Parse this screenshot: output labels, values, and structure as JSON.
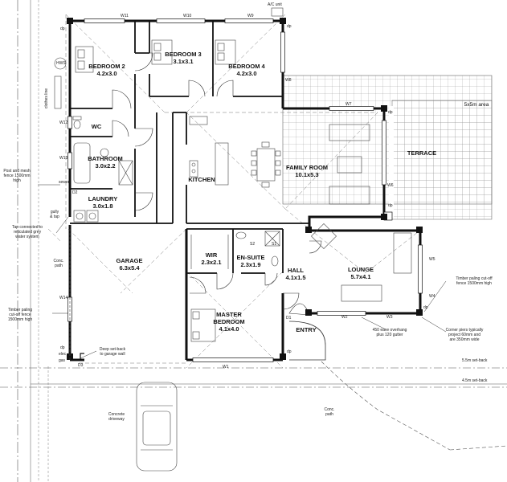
{
  "rooms": {
    "bedroom2": {
      "name": "BEDROOM 2",
      "size": "4.2x3.0"
    },
    "bedroom3": {
      "name": "BEDROOM 3",
      "size": "3.1x3.1"
    },
    "bedroom4": {
      "name": "BEDROOM 4",
      "size": "4.2x3.0"
    },
    "wc": {
      "name": "WC"
    },
    "bathroom": {
      "name": "BATHROOM",
      "size": "3.0x2.2"
    },
    "laundry": {
      "name": "LAUNDRY",
      "size": "3.0x1.8"
    },
    "kitchen": {
      "name": "KITCHEN"
    },
    "family": {
      "name": "FAMILY ROOM",
      "size": "10.1x5.3"
    },
    "terrace": {
      "name": "TERRACE",
      "area": "5x5m area"
    },
    "garage": {
      "name": "GARAGE",
      "size": "6.3x5.4"
    },
    "wir": {
      "name": "WIR",
      "size": "2.3x2.1"
    },
    "ensuite": {
      "name": "EN-SUITE",
      "size": "2.3x1.9"
    },
    "hall": {
      "name": "HALL",
      "size": "4.1x1.5"
    },
    "lounge": {
      "name": "LOUNGE",
      "size": "5.7x4.1"
    },
    "master": {
      "name": "MASTER",
      "name2": "BEDROOM",
      "size": "4.1x4.0"
    },
    "entry": {
      "name": "ENTRY"
    }
  },
  "notes": {
    "post_mesh": [
      "Post and mesh",
      "fence 1500mm",
      "high"
    ],
    "tap": [
      "Tap connected to",
      "reticulated grey",
      "water system"
    ],
    "timber_left": [
      "Timber paling",
      "cut-off fence",
      "1500mm high"
    ],
    "timber_right": [
      "Timber paling cut-off",
      "fence 1500mm high"
    ],
    "setback_garage": [
      "Deep set-back",
      "to garage wall"
    ],
    "eave": [
      "450 eave overhang",
      "plus 120 gutter"
    ],
    "corner": [
      "Corner piers typically",
      "project 60mm and",
      "are 350mm wide"
    ],
    "conc_path_left": [
      "Conc.",
      "path"
    ],
    "conc_path_right": [
      "Conc.",
      "path"
    ],
    "driveway": [
      "Concrete",
      "driveway"
    ],
    "setback_55": "5.5m set-back",
    "setback_45": "4.5m set-back",
    "gully": [
      "gully",
      "& tap"
    ],
    "ac": "A/C unit",
    "hws": "HWS",
    "clothes": "clothes line"
  },
  "tags": {
    "w11": "W11",
    "w10": "W10",
    "w9": "W9",
    "w8": "W8",
    "w7": "W7",
    "w6": "W6",
    "w5": "W5",
    "w4": "W4",
    "w3": "W3",
    "w2": "W2",
    "w1": "W1",
    "w12": "W12",
    "w13": "W13",
    "w14": "W14",
    "d1": "D1",
    "d2": "D2",
    "d3": "D3",
    "s1": "S1",
    "s2": "S2",
    "dp1": "dp",
    "dp2": "dp",
    "dp3": "dp",
    "dp4": "dp",
    "dp5": "dp",
    "dp6": "dp",
    "dp7": "dp",
    "elec": "elec",
    "gas": "gas",
    "sewer": "sewer"
  },
  "colors": {
    "wall": "#111111",
    "line": "#333333",
    "dash": "#555555",
    "hatch": "#8a8a8a"
  }
}
